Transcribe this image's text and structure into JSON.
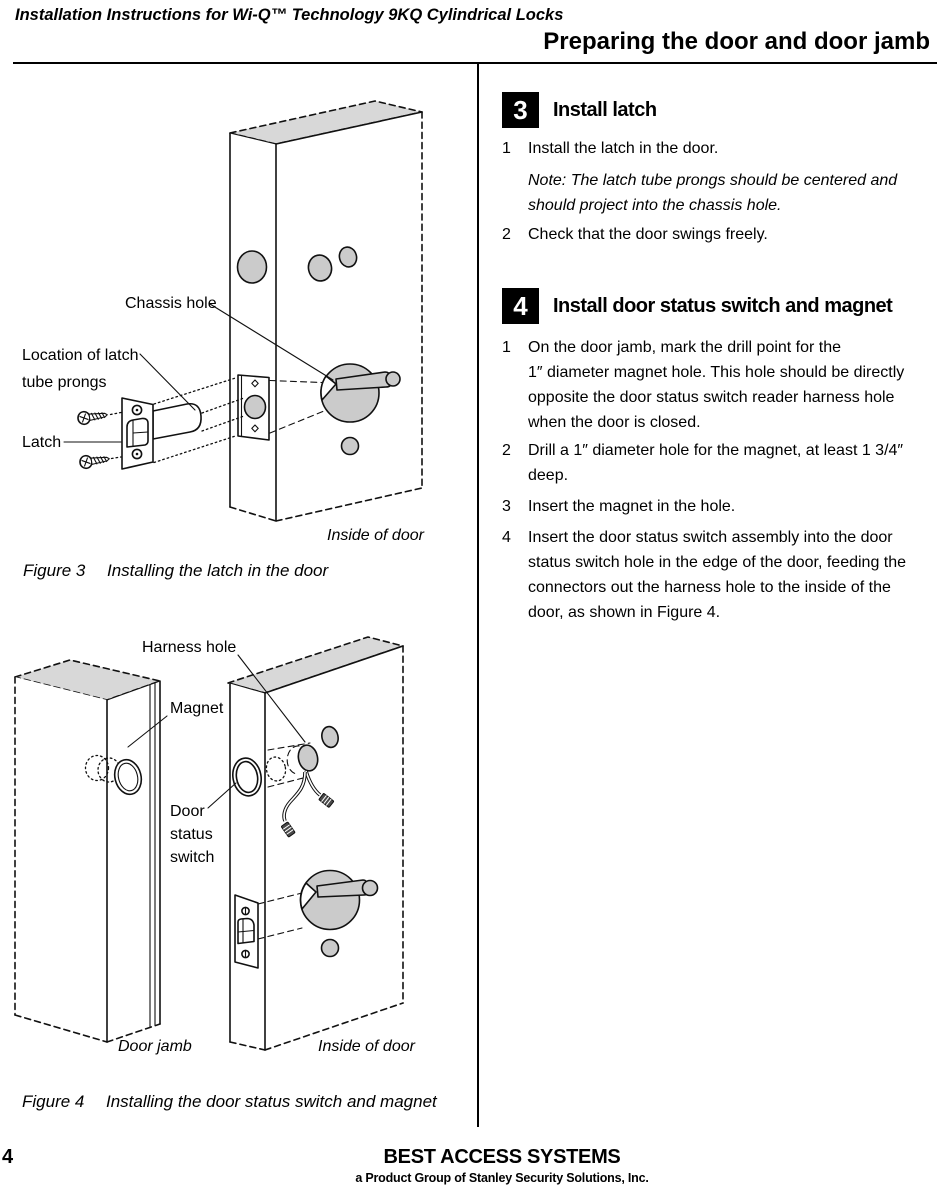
{
  "header": {
    "doc_title": "Installation Instructions for Wi-Q™ Technology 9KQ Cylindrical Locks",
    "section_title": "Preparing the door and door jamb"
  },
  "left_column": {
    "figure3": {
      "labels": {
        "chassis_hole": "Chassis hole",
        "latch_tube_prongs_line1": "Location of latch",
        "latch_tube_prongs_line2": "tube prongs",
        "latch": "Latch",
        "inside_of_door": "Inside of door"
      },
      "caption": {
        "number": "Figure 3",
        "text": "Installing the latch in the door"
      }
    },
    "figure4": {
      "labels": {
        "harness_hole": "Harness hole",
        "magnet": "Magnet",
        "door_status_switch_line1": "Door",
        "door_status_switch_line2": "status",
        "door_status_switch_line3": "switch",
        "door_jamb": "Door jamb",
        "inside_of_door": "Inside of door"
      },
      "caption": {
        "number": "Figure 4",
        "text": "Installing the door status switch and magnet"
      }
    }
  },
  "right_column": {
    "step3": {
      "badge": "3",
      "title": "Install latch",
      "items": [
        {
          "num": "1",
          "lines": [
            "Install the latch in the door."
          ]
        },
        {
          "num": "",
          "lines": [
            "Note: The latch tube prongs should be centered and",
            "should project into the chassis hole."
          ]
        },
        {
          "num": "2",
          "lines": [
            "Check that the door swings freely."
          ]
        }
      ]
    },
    "step4": {
      "badge": "4",
      "title": "Install door status switch and magnet",
      "items": [
        {
          "num": "1",
          "lines": [
            "On the door jamb, mark the drill point for the",
            "1″ diameter magnet hole. This hole should be directly",
            "opposite the door status switch reader harness hole",
            "when the door is closed."
          ]
        },
        {
          "num": "2",
          "lines": [
            "Drill a 1″ diameter hole for the magnet, at least 1 3/4″",
            "deep."
          ]
        },
        {
          "num": "3",
          "lines": [
            "Insert the magnet in the hole."
          ]
        },
        {
          "num": "4",
          "lines": [
            "Insert the door status switch assembly into the door",
            "status switch hole in the edge of the door, feeding the",
            "connectors out the harness hole to the inside of the",
            "door, as shown in Figure 4."
          ]
        }
      ]
    }
  },
  "footer": {
    "page_number": "4",
    "company": "BEST ACCESS SYSTEMS",
    "tagline": "a Product Group of Stanley Security Solutions, Inc."
  },
  "colors": {
    "ink": "#111111",
    "diagram_gray": "#cbcbcb",
    "diagram_top_gray": "#d8d8d8",
    "badge_bg": "#000000",
    "badge_fg": "#ffffff"
  }
}
